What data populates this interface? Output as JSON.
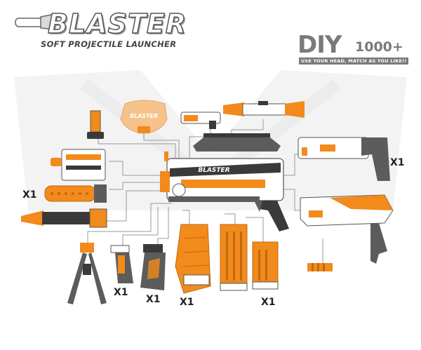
{
  "brand": {
    "logo_text": "BLASTER",
    "tagline": "SOFT PROJECTILE LAUNCHER"
  },
  "diy": {
    "prefix": "DIY",
    "number": "1000+",
    "slogan": "USE YOUR HEAD, MATCH AS YOU LIKE!!"
  },
  "blaster_body": {
    "label": "BLASTER"
  },
  "helmet": {
    "label": "BLASTER"
  },
  "quantity_labels": {
    "stock": "X1",
    "barrel": "X1",
    "foregrip": "X1",
    "handle": "X1",
    "magazine_curved": "X1",
    "magazine_straight": "X1"
  },
  "colors": {
    "orange": "#f28a1c",
    "orange_light": "#f7b46a",
    "gray": "#5c5c5c",
    "dark": "#3a3a3a",
    "white": "#ffffff",
    "line": "#9a9a9a"
  }
}
